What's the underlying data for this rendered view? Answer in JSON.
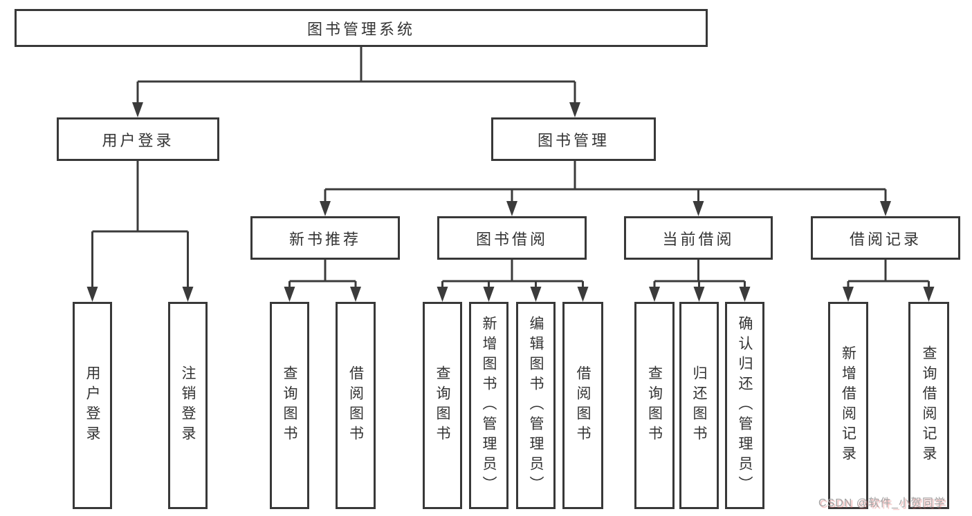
{
  "diagram": {
    "root": {
      "label": "图书管理系统"
    },
    "level2": {
      "user_login": {
        "label": "用户登录"
      },
      "book_management": {
        "label": "图书管理"
      }
    },
    "level3": {
      "new_book_recommend": {
        "label": "新书推荐"
      },
      "book_borrowing": {
        "label": "图书借阅"
      },
      "current_borrowing": {
        "label": "当前借阅"
      },
      "borrowing_records": {
        "label": "借阅记录"
      }
    },
    "level4": {
      "user_login_leaf": {
        "label": "用户登录"
      },
      "logout": {
        "label": "注销登录"
      },
      "query_books_recommend": {
        "label": "查询图书"
      },
      "borrow_books_recommend": {
        "label": "借阅图书"
      },
      "query_books_borrowing": {
        "label": "查询图书"
      },
      "add_book_admin": {
        "label": "新增图书（管理员）"
      },
      "edit_book_admin": {
        "label": "编辑图书（管理员）"
      },
      "borrow_books_borrowing": {
        "label": "借阅图书"
      },
      "query_books_current": {
        "label": "查询图书"
      },
      "return_books": {
        "label": "归还图书"
      },
      "confirm_return_admin": {
        "label": "确认归还（管理员）"
      },
      "add_borrow_record": {
        "label": "新增借阅记录"
      },
      "query_borrow_record": {
        "label": "查询借阅记录"
      }
    }
  },
  "watermark": {
    "label": "CSDN @软件_小贺同学"
  },
  "colors": {
    "line": "#3b3b3b",
    "box_border": "#383838",
    "text": "#333333",
    "background": "#ffffff",
    "watermark": "#a3a3a3"
  }
}
